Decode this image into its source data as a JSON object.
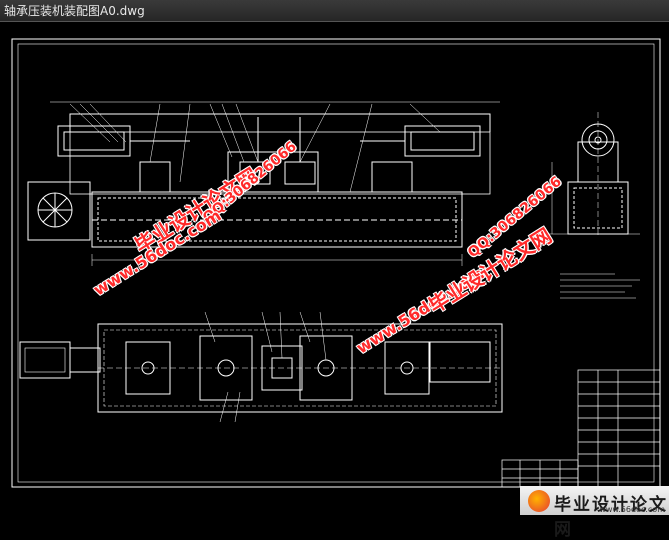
{
  "window": {
    "title": "轴承压装机装配图A0.dwg"
  },
  "watermarks": {
    "cn_text": "毕业设计论文网",
    "url": "www.56doc.com",
    "qq": "QQ:306826066"
  },
  "brand": {
    "text": "毕业设计论文网",
    "url": "www.56doc.com"
  },
  "colors": {
    "background": "#000000",
    "lines": "#ffffff",
    "watermark": "#ff2a2a"
  }
}
